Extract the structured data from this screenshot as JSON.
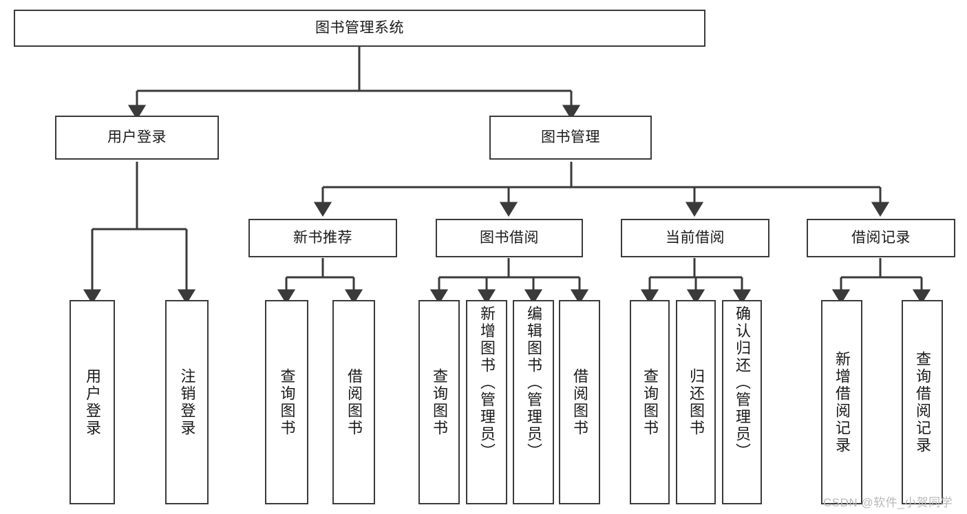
{
  "diagram": {
    "type": "hierarchy-tree",
    "title": "图书管理系统",
    "root": {
      "label": "图书管理系统"
    },
    "level2": [
      {
        "label": "用户登录"
      },
      {
        "label": "图书管理"
      }
    ],
    "level3": [
      {
        "label": "新书推荐"
      },
      {
        "label": "图书借阅"
      },
      {
        "label": "当前借阅"
      },
      {
        "label": "借阅记录"
      }
    ],
    "leaves": {
      "user_login": [
        {
          "label": "用户登录"
        },
        {
          "label": "注销登录"
        }
      ],
      "new_book_recommend": [
        {
          "label": "查询图书"
        },
        {
          "label": "借阅图书"
        }
      ],
      "book_borrow": [
        {
          "label": "查询图书"
        },
        {
          "label": "新增图书（管理员）"
        },
        {
          "label": "编辑图书（管理员）"
        },
        {
          "label": "借阅图书"
        }
      ],
      "current_borrow": [
        {
          "label": "查询图书"
        },
        {
          "label": "归还图书"
        },
        {
          "label": "确认归还（管理员）"
        }
      ],
      "borrow_record": [
        {
          "label": "新增借阅记录"
        },
        {
          "label": "查询借阅记录"
        }
      ]
    }
  },
  "watermark": {
    "text": "CSDN @软件_小贺同学"
  },
  "colors": {
    "stroke": "#3a3a3a",
    "fill": "#ffffff",
    "text": "#1a1a1a",
    "watermark": "#b9b9b9"
  }
}
